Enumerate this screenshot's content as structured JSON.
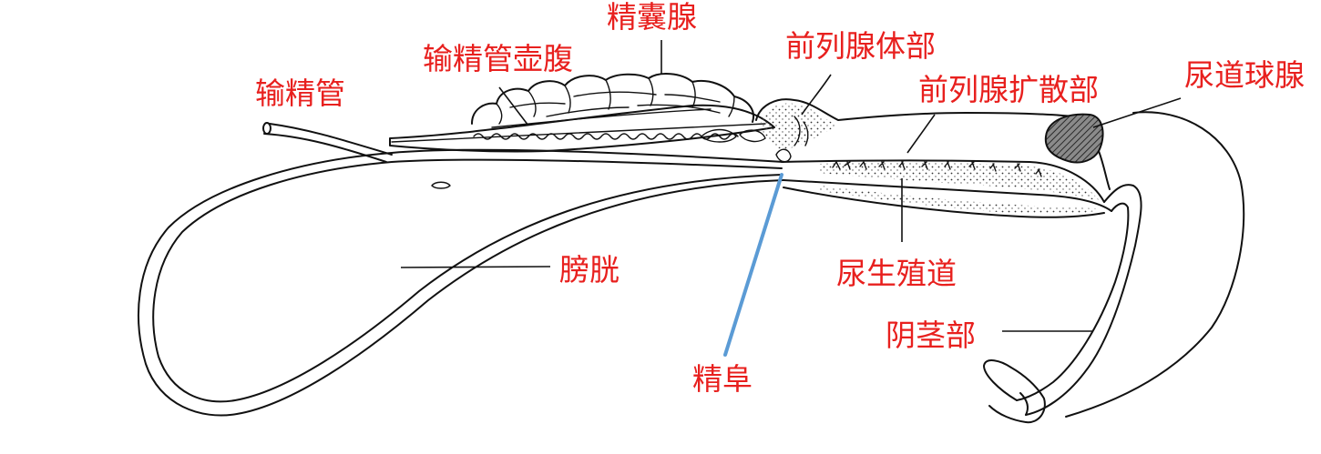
{
  "colors": {
    "label": "#e8201e",
    "accent_leader": "#5b9bd5",
    "outline": "#111111",
    "gland_fill": "#555555"
  },
  "labels": {
    "vas_deferens": "输精管",
    "ampulla": "输精管壶腹",
    "seminal_vesicle": "精囊腺",
    "prostate_body": "前列腺体部",
    "prostate_disseminate": "前列腺扩散部",
    "bulbourethral_gland": "尿道球腺",
    "bladder": "膀胱",
    "urogenital_canal": "尿生殖道",
    "colliculus": "精阜",
    "penile_part": "阴茎部"
  }
}
